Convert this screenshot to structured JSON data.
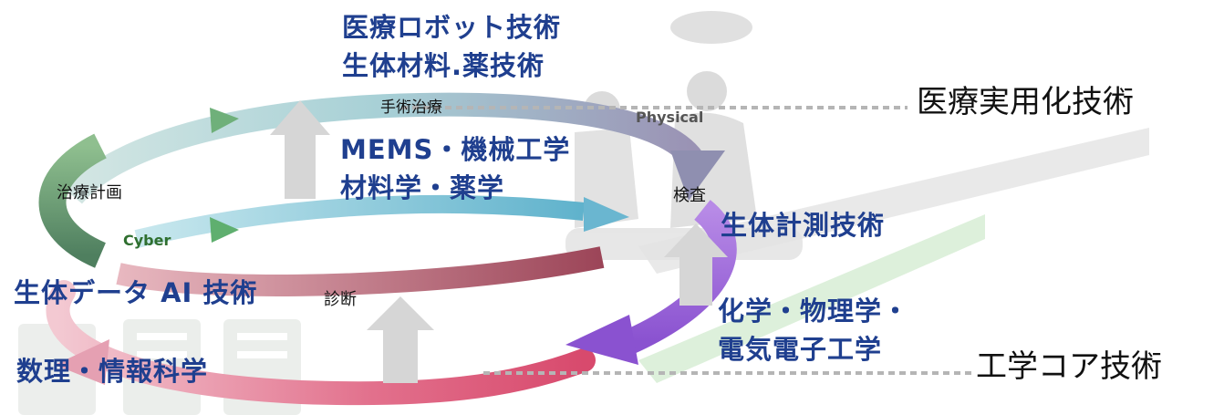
{
  "top_tech": {
    "line1": "医療ロボット技術",
    "line2": "生体材料.薬技術"
  },
  "inner_discipline": {
    "line1": "MEMS・機械工学",
    "line2": "材料学・薬学"
  },
  "left_tech": "生体データ AI 技術",
  "left_discipline": "数理・情報科学",
  "right_tech": "生体計測技術",
  "right_discipline": {
    "line1": "化学・物理学・",
    "line2": "電気電子工学"
  },
  "stages": {
    "surgery": "手術治療",
    "planning": "治療計画",
    "inspection": "検査",
    "diagnosis": "診断"
  },
  "spaces": {
    "physical": "Physical",
    "cyber": "Cyber"
  },
  "tiers": {
    "upper": "医療実用化技術",
    "lower": "工学コア技術"
  }
}
